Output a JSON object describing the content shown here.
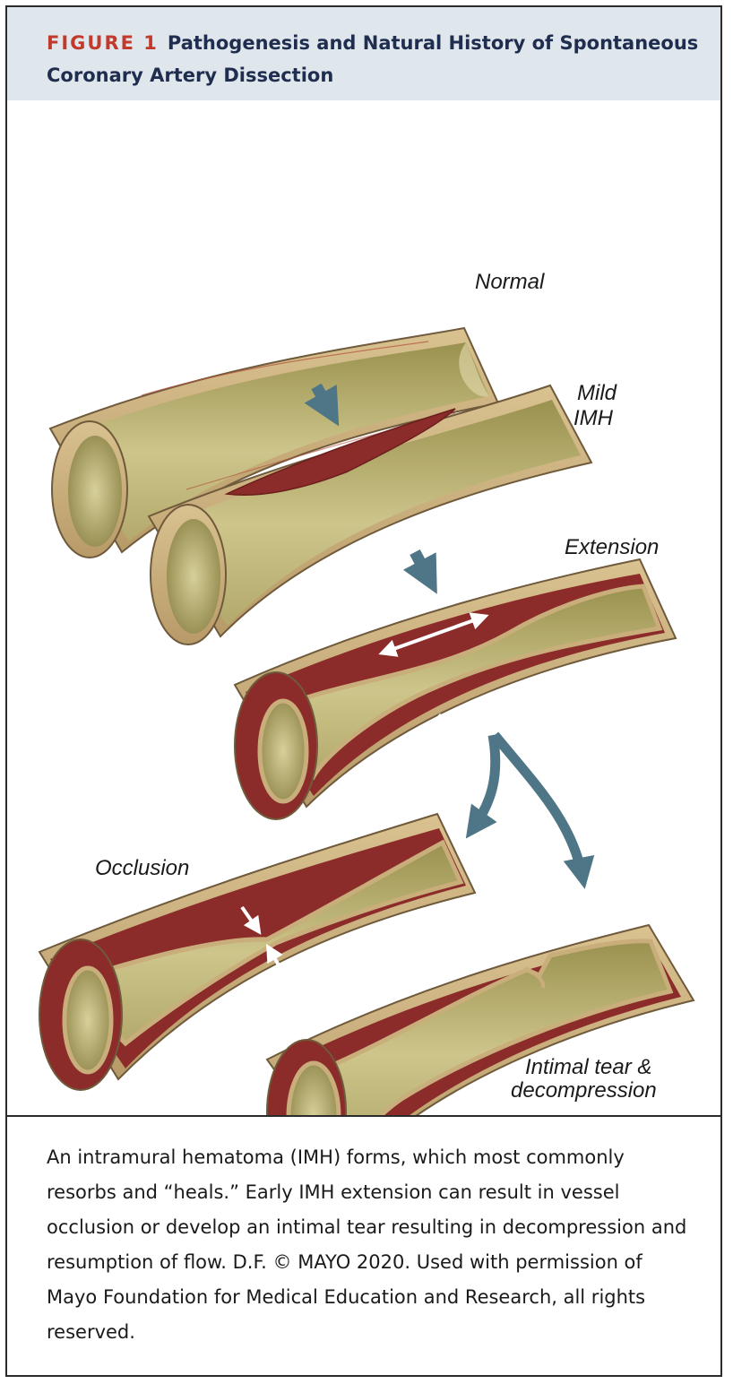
{
  "figure": {
    "label": "FIGURE 1",
    "title": "Pathogenesis and Natural History of Spontaneous Coronary Artery Dissection"
  },
  "stages": {
    "normal": "Normal",
    "mild_line1": "Mild",
    "mild_line2": "IMH",
    "extension": "Extension",
    "occlusion": "Occlusion",
    "tear_line1": "Intimal tear &",
    "tear_line2": "decompression"
  },
  "caption": "An intramural hematoma (IMH) forms, which most commonly resorbs and “heals.” Early IMH extension can result in vessel occlusion or develop an intimal tear resulting in decompression and resumption of flow. D.F. © MAYO 2020. Used with permission of Mayo Foundation for Medical Education and Research, all rights reserved.",
  "colors": {
    "vessel_wall": "#c9ae7c",
    "lumen": "#c7bf82",
    "hematoma": "#8c2c2a",
    "arrow": "#4e7686",
    "header_bg": "#dfe6ec",
    "label_red": "#c23a2c",
    "title_navy": "#1f2d4f"
  }
}
